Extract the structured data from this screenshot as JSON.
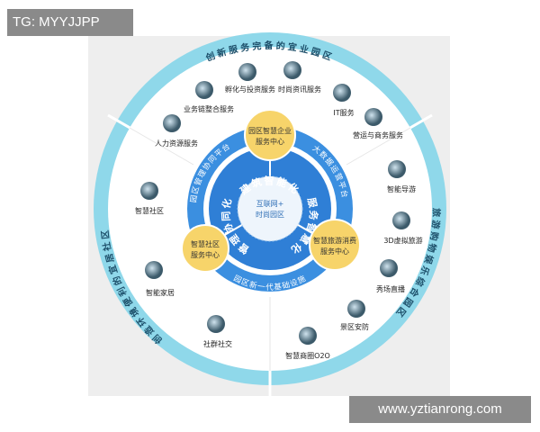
{
  "watermark_top": "TG: MYYJJPP",
  "watermark_bottom": "www.yztianrong.com",
  "colors": {
    "outer_ring": "#8fd8ea",
    "blue_ring": "#3b8fe0",
    "core": "#2f7fd6",
    "yellow": "#f7d46a"
  },
  "outer_ring": {
    "top": "创新服务完备的宜业园区",
    "right": "旅游购物娱乐综合园区",
    "left": "创造环境便利的宜居社区"
  },
  "services": [
    {
      "label": "孵化与投资服务",
      "icon": "incubation-icon"
    },
    {
      "label": "时尚资讯服务",
      "icon": "fashion-icon"
    },
    {
      "label": "业务链整合服务",
      "icon": "business-chain-icon"
    },
    {
      "label": "IT服务",
      "icon": "it-icon"
    },
    {
      "label": "人力资源服务",
      "icon": "hr-icon"
    },
    {
      "label": "营运与商务服务",
      "icon": "globe-icon"
    },
    {
      "label": "智能导游",
      "icon": "guide-icon"
    },
    {
      "label": "3D虚拟旅游",
      "icon": "virtual-tour-icon"
    },
    {
      "label": "秀场直播",
      "icon": "live-show-icon"
    },
    {
      "label": "景区安防",
      "icon": "security-icon"
    },
    {
      "label": "智慧商圈O2O",
      "icon": "o2o-icon"
    },
    {
      "label": "智慧社区",
      "icon": "community-icon"
    },
    {
      "label": "智能家居",
      "icon": "smart-home-icon"
    },
    {
      "label": "社群社交",
      "icon": "social-icon"
    }
  ],
  "centers": [
    {
      "line1": "园区智慧企业",
      "line2": "服务中心"
    },
    {
      "line1": "智慧社区",
      "line2": "服务中心"
    },
    {
      "line1": "智慧旅游消费",
      "line2": "服务中心"
    }
  ],
  "platforms": {
    "left": "园区管理协同平台",
    "right": "大数据运营平台",
    "bottom": "园区新一代基础设施"
  },
  "core": {
    "top": "建筑智能化",
    "left": "管理协同化",
    "right": "服务智慧化",
    "center_line1": "互联网+",
    "center_line2": "时尚园区"
  }
}
